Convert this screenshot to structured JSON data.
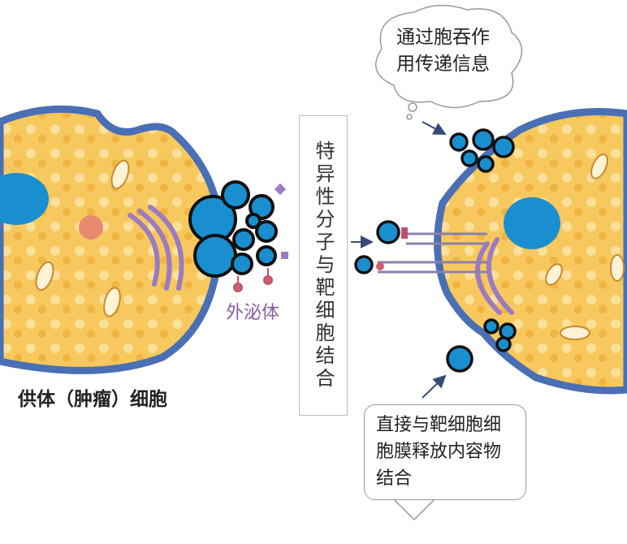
{
  "labels": {
    "donor_cell": "供体（肿瘤）细胞",
    "specific_binding": "特异性分子与靶细胞结合",
    "exosome": "外泌体",
    "endocytosis": "通过胞吞作用传递信息",
    "direct_fusion": "直接与靶细胞细胞膜释放内容物结合"
  },
  "colors": {
    "membrane": "#4a6fb5",
    "cytoplasm": "#f5c45a",
    "nucleus": "#1a8fd0",
    "golgi": "#9b7cc0",
    "exosome": "#1a8fd0"
  }
}
